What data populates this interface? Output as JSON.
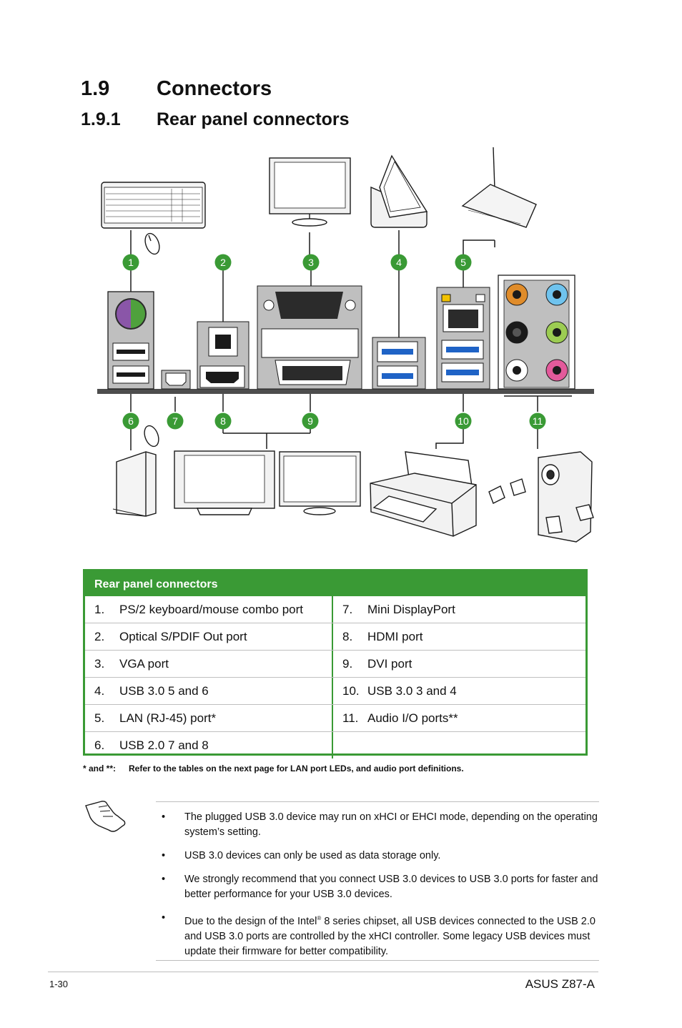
{
  "heading": {
    "number": "1.9",
    "title": "Connectors"
  },
  "subheading": {
    "number": "1.9.1",
    "title": "Rear panel connectors"
  },
  "figure": {
    "callouts": [
      "1",
      "2",
      "3",
      "4",
      "5",
      "6",
      "7",
      "8",
      "9",
      "10",
      "11"
    ],
    "colors": {
      "callout": "#3a9a35",
      "panel": "#bfbfbf",
      "usb3": "#1f63c6",
      "outline": "#1a1a1a"
    },
    "icons": [
      "keyboard-icon",
      "mouse-icon",
      "monitor-icon",
      "speaker-dock-icon",
      "router-icon",
      "external-drive-icon",
      "tv-icon",
      "printer-icon",
      "speaker-system-icon",
      "hand-note-icon"
    ]
  },
  "table": {
    "header": "Rear panel connectors",
    "rows": [
      {
        "left_num": "1.",
        "left": "PS/2 keyboard/mouse combo port",
        "right_num": "7.",
        "right": "Mini DisplayPort"
      },
      {
        "left_num": "2.",
        "left": "Optical S/PDIF Out port",
        "right_num": "8.",
        "right": "HDMI port"
      },
      {
        "left_num": "3.",
        "left": "VGA port",
        "right_num": "9.",
        "right": "DVI port"
      },
      {
        "left_num": "4.",
        "left": "USB 3.0 5 and 6",
        "right_num": "10.",
        "right": "USB 3.0 3 and 4"
      },
      {
        "left_num": "5.",
        "left": "LAN (RJ-45) port*",
        "right_num": "11.",
        "right": "Audio I/O ports**"
      },
      {
        "left_num": "6.",
        "left": "USB 2.0 7 and 8",
        "right_num": "",
        "right": ""
      }
    ]
  },
  "footnote": {
    "key": "* and **:",
    "text": "Refer to the tables on the next page for LAN port LEDs, and audio port definitions."
  },
  "notes": {
    "bullet": "•",
    "items": [
      "The plugged USB 3.0 device may run on xHCI or EHCI mode, depending on the operating system’s setting.",
      "USB 3.0 devices can only be used as data storage only.",
      "We strongly recommend that you connect USB 3.0 devices to USB 3.0 ports for faster and better performance for your USB 3.0 devices."
    ],
    "last": {
      "before": "Due to the design of the Intel",
      "sup": "®",
      "after": " 8 series chipset, all USB devices connected to the USB 2.0 and USB 3.0 ports are controlled by the xHCI controller. Some legacy USB devices must update their firmware for better compatibility."
    }
  },
  "footer": {
    "page": "1-30",
    "product": "ASUS Z87-A"
  }
}
